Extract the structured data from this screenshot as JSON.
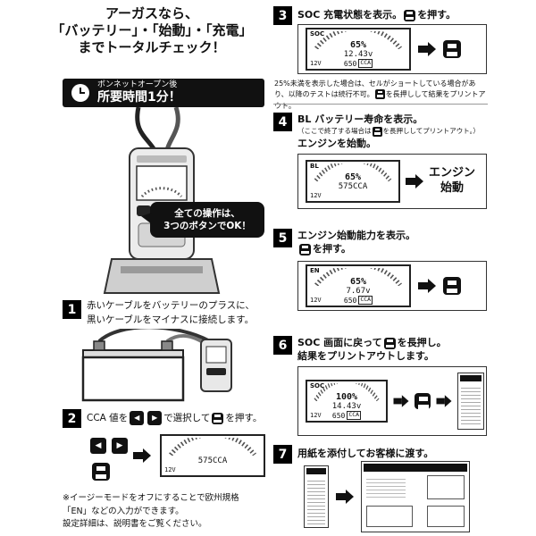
{
  "icons": {
    "left_arrow": "◀",
    "right_arrow": "▶"
  },
  "header": {
    "title_line1": "アーガスなら、",
    "title_line2": "「バッテリー」・「始動」・「充電」",
    "title_line3": "までトータルチェック！",
    "banner_line1": "ボンネットオープン後",
    "banner_line2": "所要時間1分！",
    "bubble_line1": "全ての操作は、",
    "bubble_line2": "3つのボタンでOK！"
  },
  "step1": {
    "num": "1",
    "line1": "赤いケーブルをバッテリーのプラスに、",
    "line2": "黒いケーブルをマイナスに接続します。"
  },
  "step2": {
    "num": "2",
    "t1": "CCA 値を",
    "t2": "で選択して",
    "t3": "を押す。",
    "lcd": {
      "mode": "",
      "batt": "12V",
      "pct": "",
      "volt": "575CCA",
      "cca": "",
      "cca_unit": ""
    },
    "note1": "※イージーモードをオフにすることで欧州規格",
    "note2": "「EN」などの入力ができます。",
    "note3": "設定詳細は、説明書をご覧ください。"
  },
  "step3": {
    "num": "3",
    "t1": "SOC 充電状態を表示。",
    "t2": "を押す。",
    "lcd": {
      "mode": "SOC",
      "batt": "12V",
      "pct": "65%",
      "volt": "12.43v",
      "cca": "650",
      "cca_unit": "CCA"
    },
    "note_pre": "25%未満を表示した場合は、セルがショートしている場合があり、以降のテストは続行不可。",
    "note_post": "を長押しして結果をプリントアウト。"
  },
  "step4": {
    "num": "4",
    "t1": "BL バッテリー寿命を表示。",
    "t2a": "（ここで終了する場合は",
    "t2b": "を長押ししてプリントアウト。）",
    "t3": "エンジンを始動。",
    "lcd": {
      "mode": "BL",
      "batt": "12V",
      "pct": "65%",
      "volt": "575CCA",
      "cca": "",
      "cca_unit": ""
    },
    "engine_line1": "エンジン",
    "engine_line2": "始動"
  },
  "step5": {
    "num": "5",
    "t1": "エンジン始動能力を表示。",
    "t2": "を押す。",
    "lcd": {
      "mode": "EN",
      "batt": "12V",
      "pct": "65%",
      "volt": "7.67v",
      "cca": "650",
      "cca_unit": "CCA"
    }
  },
  "step6": {
    "num": "6",
    "t1a": "SOC 画面に戻って",
    "t1b": "を長押し。",
    "t2": "結果をプリントアウトします。",
    "lcd": {
      "mode": "SOC",
      "batt": "12V",
      "pct": "100%",
      "volt": "14.43v",
      "cca": "650",
      "cca_unit": "CCA"
    }
  },
  "step7": {
    "num": "7",
    "t1": "用紙を添付してお客様に渡す。"
  }
}
